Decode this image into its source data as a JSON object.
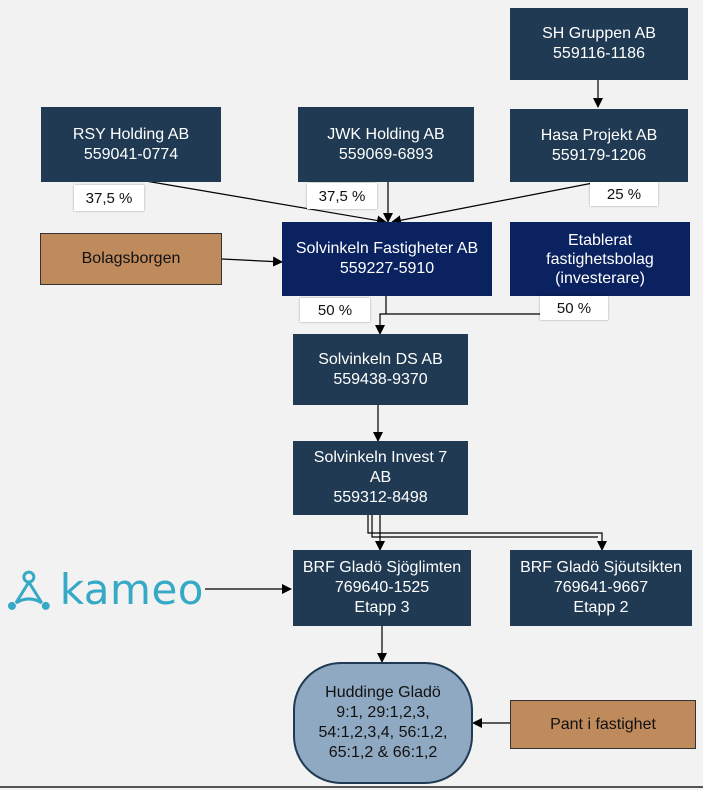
{
  "nodes": {
    "sh_gruppen": [
      "SH Gruppen AB",
      "559116-1186"
    ],
    "rsy_holding": [
      "RSY Holding AB",
      "559041-0774"
    ],
    "jwk_holding": [
      "JWK Holding AB",
      "559069-6893"
    ],
    "hasa_projekt": [
      "Hasa Projekt AB",
      "559179-1206"
    ],
    "bolagsborgen": [
      "Bolagsborgen"
    ],
    "solvinkeln_fastigheter": [
      "Solvinkeln Fastigheter AB",
      "559227-5910"
    ],
    "etablerat": [
      "Etablerat",
      "fastighetsbolag",
      "(investerare)"
    ],
    "solvinkeln_ds": [
      "Solvinkeln DS AB",
      "559438-9370"
    ],
    "solvinkeln_invest": [
      "Solvinkeln Invest 7",
      "AB",
      "559312-8498"
    ],
    "brf_sjoglimten": [
      "BRF Gladö Sjöglimten",
      "769640-1525",
      "Etapp 3"
    ],
    "brf_sjoutsikten": [
      "BRF Gladö Sjöutsikten",
      "769641-9667",
      "Etapp 2"
    ],
    "huddinge": [
      "Huddinge Gladö",
      "9:1, 29:1,2,3,",
      "54:1,2,3,4, 56:1,2,",
      "65:1,2 & 66:1,2"
    ],
    "pant": [
      "Pant i fastighet"
    ]
  },
  "percentages": {
    "rsy": "37,5 %",
    "jwk": "37,5 %",
    "hasa": "25 %",
    "solvinkeln": "50 %",
    "etablerat": "50 %"
  },
  "logo": {
    "text": "kameo",
    "color": "#36a9c7"
  },
  "colors": {
    "box": "#1f3a52",
    "navy": "#0a2260",
    "tan": "#c08b5c",
    "oval": "#8ea9c1"
  }
}
